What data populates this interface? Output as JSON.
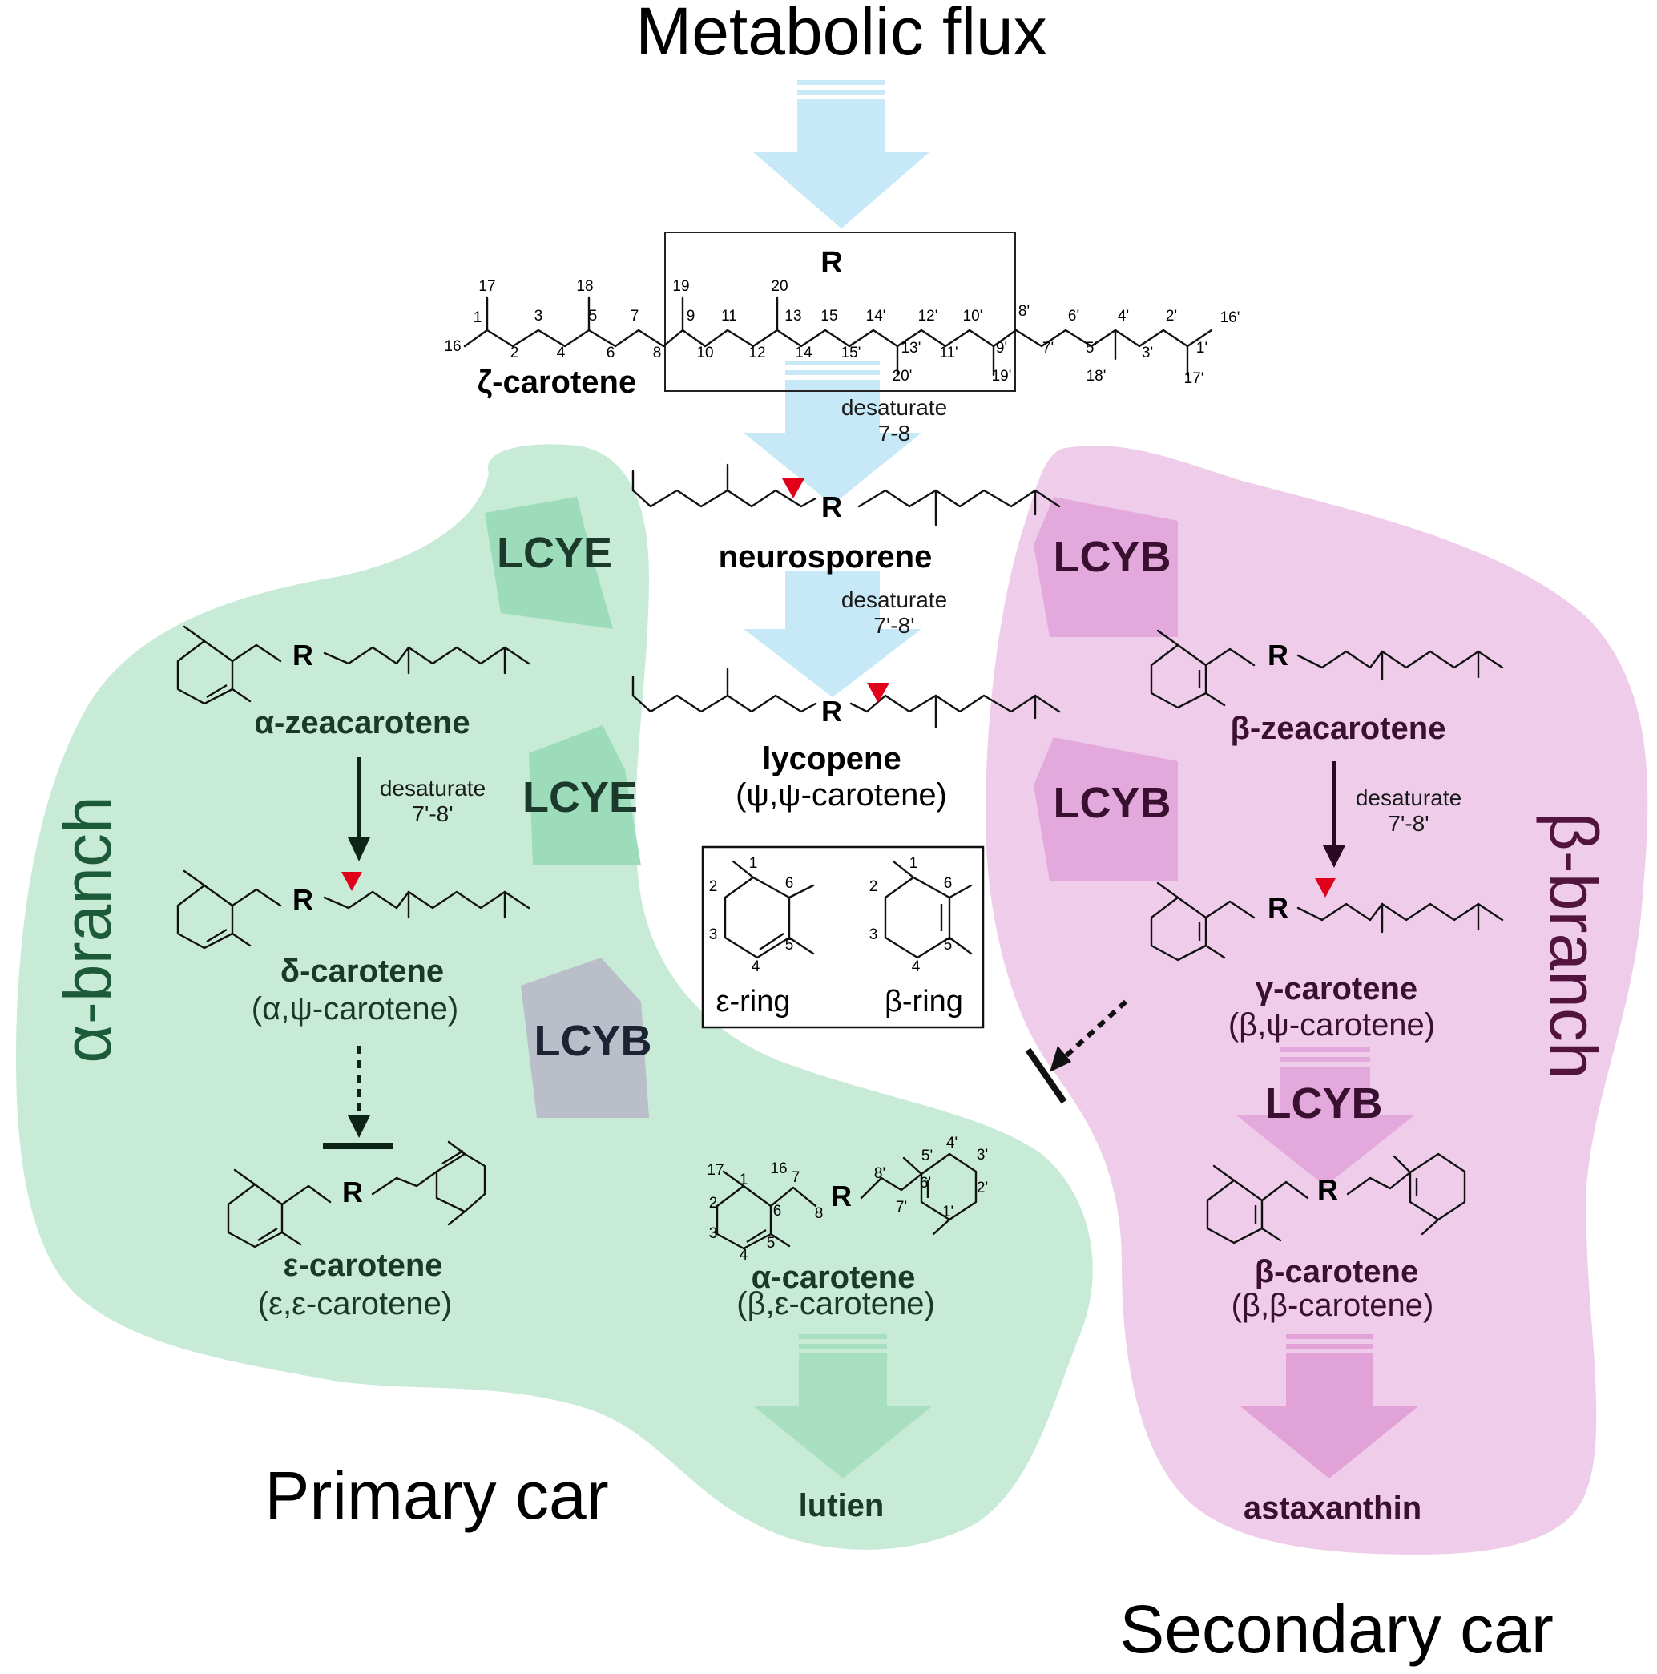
{
  "title": "Metabolic flux",
  "branches": {
    "alpha": "α-branch",
    "beta": "β-branch"
  },
  "regions": {
    "primary": "Primary car",
    "secondary": "Secondary car"
  },
  "enzymes": {
    "lcye": "LCYE",
    "lcyb": "LCYB"
  },
  "steps": {
    "desat_78": [
      "desaturate",
      "7-8"
    ],
    "desat_7p8p": [
      "desaturate",
      "7'-8'"
    ]
  },
  "compounds": {
    "zeta": "ζ-carotene",
    "neurosporene": "neurosporene",
    "lycopene": "lycopene",
    "lycopene_sub": "(ψ,ψ-carotene)",
    "alpha_zea": "α-zeacarotene",
    "beta_zea": "β-zeacarotene",
    "delta": "δ-carotene",
    "delta_sub": "(α,ψ-carotene)",
    "gamma": "γ-carotene",
    "gamma_sub": "(β,ψ-carotene)",
    "epsilon": "ε-carotene",
    "epsilon_sub": "(ε,ε-carotene)",
    "alpha": "α-carotene",
    "alpha_sub": "(β,ε-carotene)",
    "beta": "β-carotene",
    "beta_sub": "(β,β-carotene)",
    "lutien": "lutien",
    "astaxanthin": "astaxanthin"
  },
  "rings": {
    "epsilon": "ε-ring",
    "beta": "β-ring"
  },
  "r_label": "R",
  "zeta_numbers": [
    "17",
    "18",
    "19",
    "20",
    "16",
    "1",
    "2",
    "3",
    "4",
    "5",
    "6",
    "7",
    "8",
    "9",
    "10",
    "11",
    "12",
    "13",
    "14",
    "15",
    "14'",
    "15'",
    "12'",
    "13'",
    "10'",
    "11'",
    "8'",
    "9'",
    "7'",
    "6'",
    "5'",
    "4'",
    "3'",
    "2'",
    "1'",
    "16'",
    "17'",
    "18'",
    "19'",
    "20'"
  ],
  "alpha_carotene_numbers": [
    "17",
    "16",
    "1",
    "2",
    "3",
    "4",
    "5",
    "6",
    "7",
    "8",
    "8'",
    "7'",
    "6'",
    "5'",
    "4'",
    "3'",
    "2'",
    "1'"
  ],
  "ring_numbers": [
    "1",
    "2",
    "3",
    "4",
    "5",
    "6"
  ],
  "colors": {
    "alpha_region": "#c8ebd7",
    "beta_region": "#efcdea",
    "flux_arrow": "#c7e9f7",
    "lcye_arrow": "#9ddcbb",
    "lcyb_pink_arrow": "#e3a8dc",
    "lcyb_gray_arrow": "#b9bec9",
    "lutien_arrow": "#a8dfc1",
    "astax_arrow": "#e1a2d8",
    "marker": "#e0001a"
  }
}
